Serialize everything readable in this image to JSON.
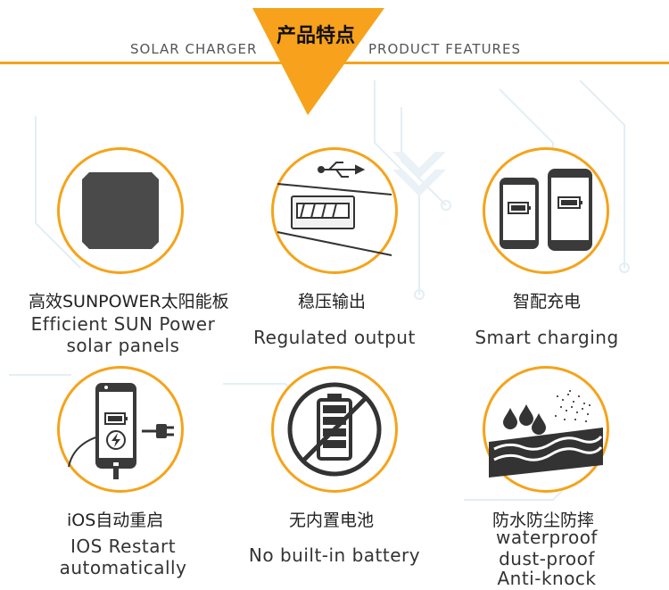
{
  "header": {
    "left_label": "SOLAR CHARGER",
    "title_cn": "产品特点",
    "right_label": "PRODUCT FEATURES",
    "accent_color": "#f5a31a"
  },
  "features": [
    {
      "icon": "solar-panel-icon",
      "cn": "高效SUNPOWER太阳能板",
      "en_lines": [
        "Efficient SUN Power",
        "solar panels"
      ]
    },
    {
      "icon": "usb-port-icon",
      "cn": "稳压输出",
      "en_lines": [
        "Regulated output"
      ]
    },
    {
      "icon": "two-phones-icon",
      "cn": "智配充电",
      "en_lines": [
        "Smart charging"
      ]
    },
    {
      "icon": "phone-restart-icon",
      "cn": "iOS自动重启",
      "en_lines": [
        "IOS Restart",
        "automatically"
      ]
    },
    {
      "icon": "no-battery-icon",
      "cn": "无内置电池",
      "en_lines": [
        "No built-in battery"
      ]
    },
    {
      "icon": "waterproof-layer-icon",
      "cn": "防水防尘防摔",
      "en_lines": [
        "waterproof",
        "dust-proof",
        "Anti-knock"
      ]
    }
  ]
}
